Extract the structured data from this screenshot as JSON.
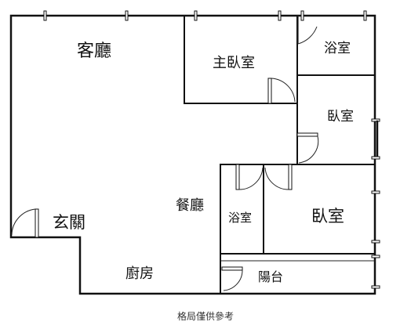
{
  "floorplan": {
    "rooms": {
      "living_room": "客廳",
      "master_bedroom": "主臥室",
      "bathroom_top": "浴室",
      "bedroom_right": "臥室",
      "dining_room": "餐廳",
      "bathroom_middle": "浴室",
      "bedroom_middle": "臥室",
      "entrance": "玄關",
      "kitchen": "廚房",
      "balcony": "陽台"
    },
    "caption": "格局僅供參考"
  },
  "colors": {
    "wall": "#111111",
    "background": "#ffffff"
  }
}
